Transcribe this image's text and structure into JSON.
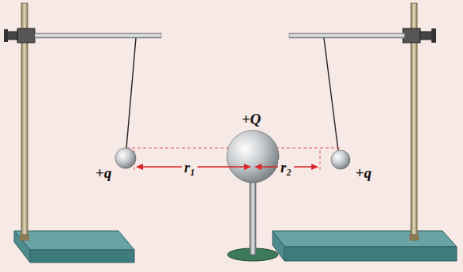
{
  "diagram": {
    "labels": [
      "+Q",
      "+q",
      "r₁",
      "r₂",
      "+q"
    ]
  }
}
